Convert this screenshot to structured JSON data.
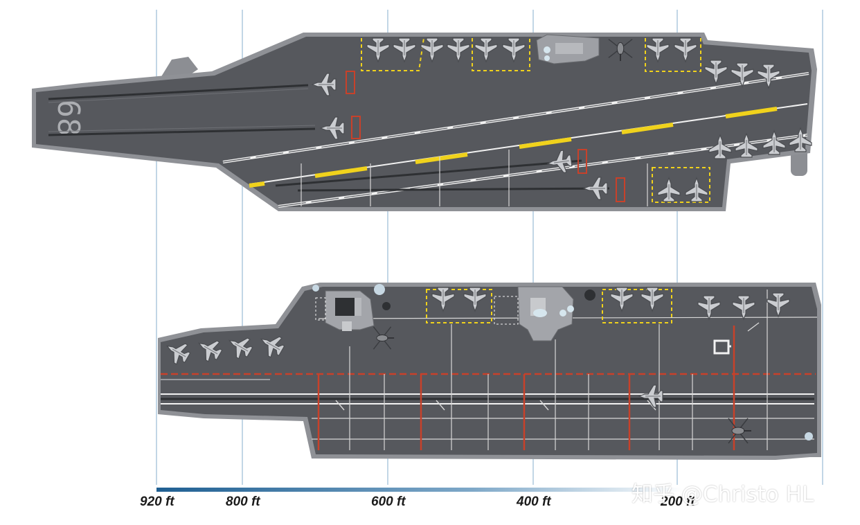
{
  "hull_number": "68",
  "scale": {
    "ticks": [
      {
        "id": "920",
        "label": "920 ft"
      },
      {
        "id": "800",
        "label": "800 ft"
      },
      {
        "id": "600",
        "label": "600 ft"
      },
      {
        "id": "400",
        "label": "400 ft"
      },
      {
        "id": "200",
        "label": "200 ft"
      }
    ]
  },
  "watermark": "知乎 @Christo HL",
  "colors": {
    "deck": "#55575c",
    "deck_edge": "#8c8e93",
    "yellow_marking": "#f0d21c",
    "red_marking": "#c8412a",
    "white_marking": "#f2f2f2",
    "gridline": "#a8c4dc",
    "scale_bar": "#1f6fa8",
    "aircraft": "#c9cbcf"
  }
}
